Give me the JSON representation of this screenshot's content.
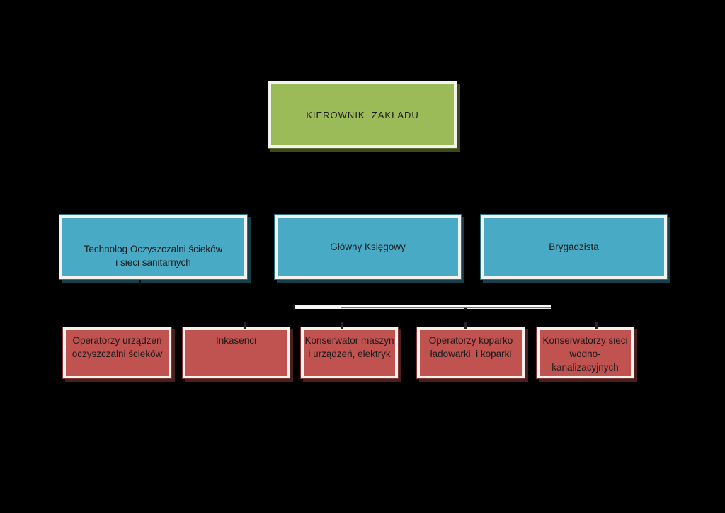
{
  "page": {
    "background_color": "#000000",
    "type": "organizational-chart"
  },
  "org_chart": {
    "levels": {
      "top": [
        {
          "label": "KIEROWNIK  ZAKŁADU",
          "fill": "#9bbb59",
          "border": "#f3f2ef",
          "shadow": "#3d4720"
        }
      ],
      "middle": [
        {
          "label": "Technolog Oczyszczalni ścieków\ni sieci sanitarnych",
          "fill": "#48aac5",
          "border": "#f3f2ef",
          "shadow": "#173f4a"
        },
        {
          "label": "Główny Księgowy",
          "fill": "#48aac5",
          "border": "#f3f2ef",
          "shadow": "#173f4a"
        },
        {
          "label": "Brygadzista",
          "fill": "#48aac5",
          "border": "#f3f2ef",
          "shadow": "#173f4a"
        }
      ],
      "bottom": [
        {
          "label": "Operatorzy urządzeń\noczyszczalni ścieków",
          "fill": "#c05250",
          "border": "#f3f2ef",
          "shadow": "#4a201f"
        },
        {
          "label": "Inkasenci",
          "fill": "#c05250",
          "border": "#f3f2ef",
          "shadow": "#4a201f"
        },
        {
          "label": "Konserwator maszyn\ni urządzeń, elektryk",
          "fill": "#c05250",
          "border": "#f3f2ef",
          "shadow": "#4a201f"
        },
        {
          "label": "Operatorzy koparko\nładowarki  i koparki",
          "fill": "#c05250",
          "border": "#f3f2ef",
          "shadow": "#4a201f"
        },
        {
          "label": "Konserwatorzy sieci\nwodno-\nkanalizacyjnych",
          "fill": "#c05250",
          "border": "#f3f2ef",
          "shadow": "#4a201f"
        }
      ]
    },
    "connector": {
      "line_color_light": "#f5f5f5",
      "line_color_core": "#6f6f6f",
      "stub_color": "#161616"
    },
    "text_color": "#1b1b1b"
  }
}
